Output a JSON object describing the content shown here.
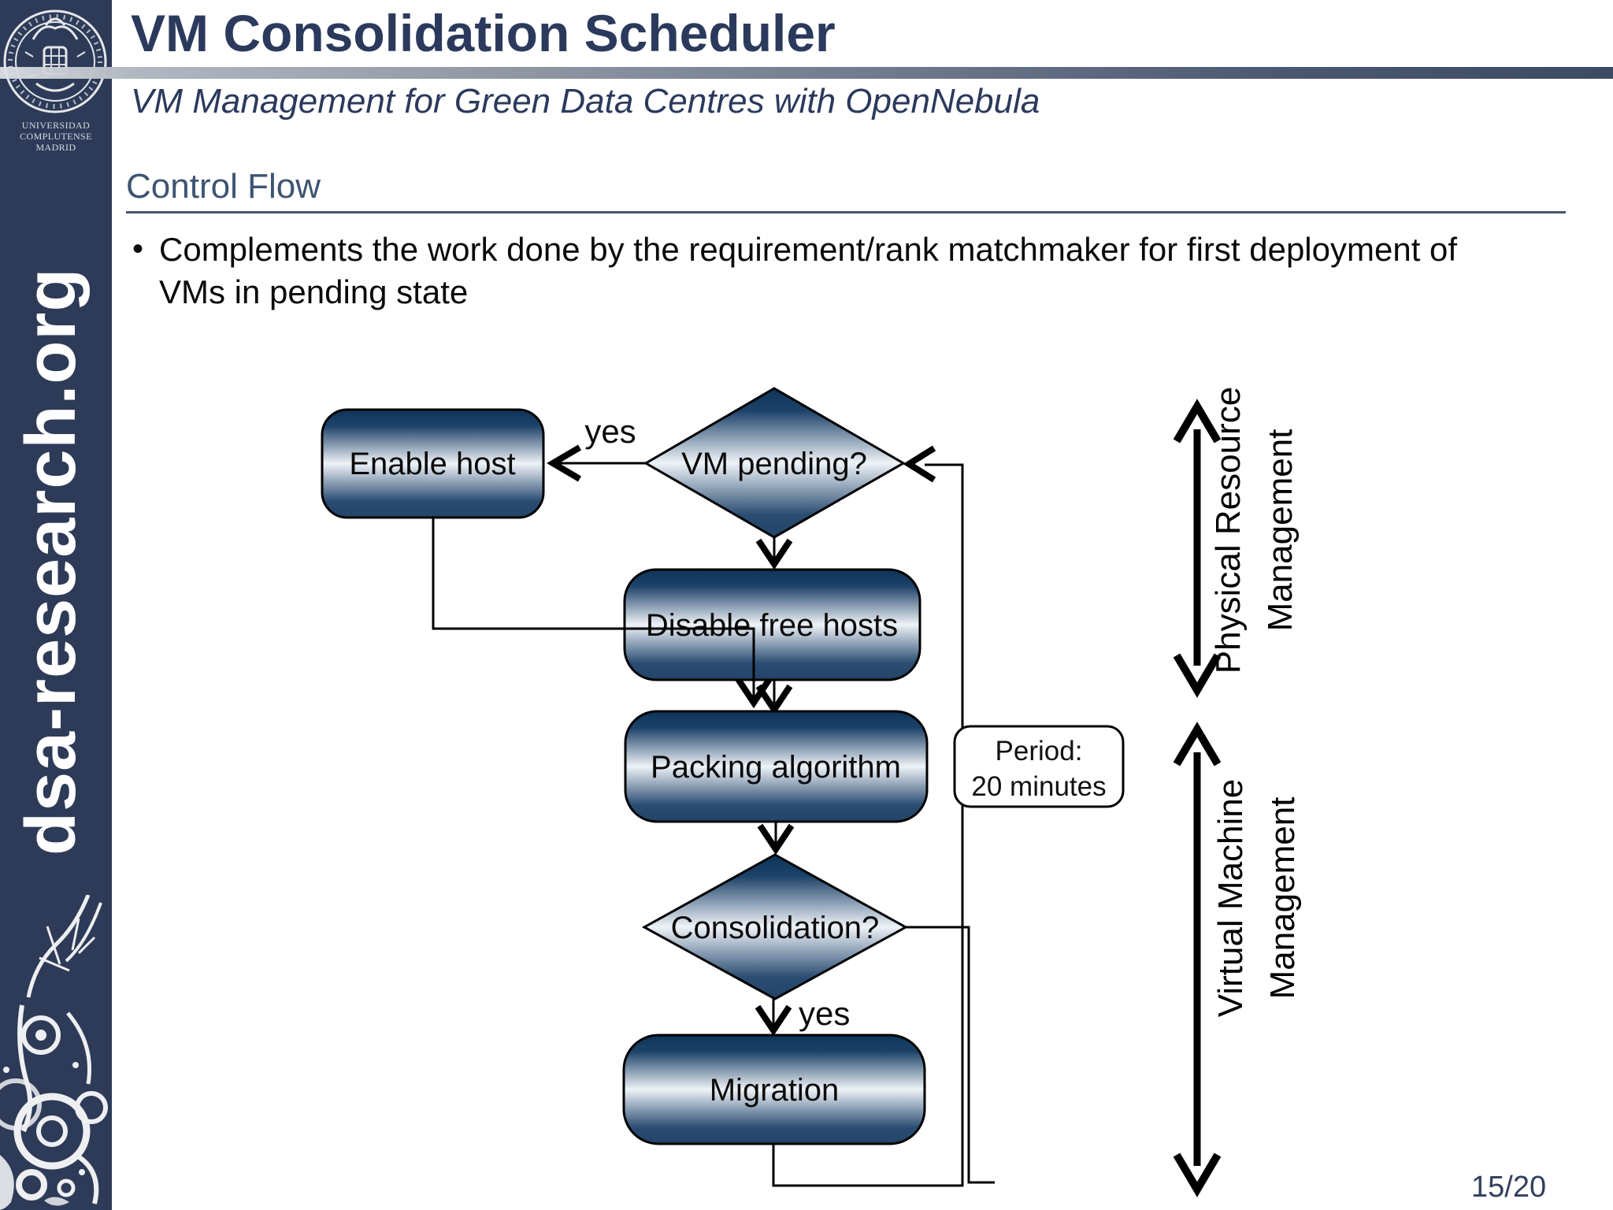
{
  "slide": {
    "title": "VM Consolidation Scheduler",
    "subtitle": "VM Management for Green Data Centres with OpenNebula",
    "section_heading": "Control Flow",
    "bullet_marker": "•",
    "bullet": "Complements the work done by the requirement/rank matchmaker for first deployment of VMs in pending state",
    "page_number": "15/20"
  },
  "sidebar": {
    "org_text": "dsa-research.org",
    "university_line1": "UNIVERSIDAD COMPLUTENSE",
    "university_line2": "MADRID"
  },
  "flowchart": {
    "nodes": {
      "enable_host": "Enable host",
      "vm_pending": "VM pending?",
      "disable_free_hosts": "Disable free hosts",
      "packing_algorithm": "Packing algorithm",
      "consolidation": "Consolidation?",
      "migration": "Migration"
    },
    "labels": {
      "yes_top": "yes",
      "yes_bottom": "yes",
      "period_line1": "Period:",
      "period_line2": "20 minutes"
    },
    "annotations": {
      "physical_line1": "Physical Resource",
      "physical_line2": "Management",
      "virtual_line1": "Virtual Machine",
      "virtual_line2": "Management"
    }
  },
  "colors": {
    "accent_navy": "#2b3a5c",
    "sidebar_navy": "#2d3b58",
    "heading_slate": "#3e5472",
    "node_gradient_top": "#0e3459",
    "node_gradient_mid": "#eef3f7",
    "node_gradient_bottom": "#2a4c72",
    "connector_black": "#000000"
  }
}
